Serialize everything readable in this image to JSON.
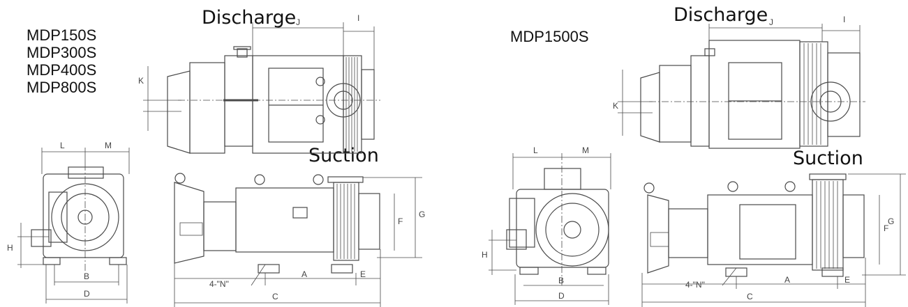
{
  "left_panel": {
    "models": [
      "MDP150S",
      "MDP300S",
      "MDP400S",
      "MDP800S"
    ],
    "discharge_label": "Discharge",
    "suction_label": "Suction",
    "dimensions": {
      "top": [
        "J",
        "I",
        "K"
      ],
      "front": [
        "L",
        "M",
        "H",
        "B",
        "D"
      ],
      "side": [
        "F",
        "G",
        "A",
        "E",
        "C",
        "4-\"N\""
      ]
    }
  },
  "right_panel": {
    "model": "MDP1500S",
    "discharge_label": "Discharge",
    "suction_label": "Suction",
    "dimensions": {
      "top": [
        "J",
        "I",
        "K"
      ],
      "front": [
        "L",
        "M",
        "H",
        "B",
        "D"
      ],
      "side": [
        "F",
        "G",
        "A",
        "E",
        "C",
        "4-\"N\""
      ]
    }
  },
  "colors": {
    "line": "#4a4a4a",
    "text": "#111111"
  }
}
